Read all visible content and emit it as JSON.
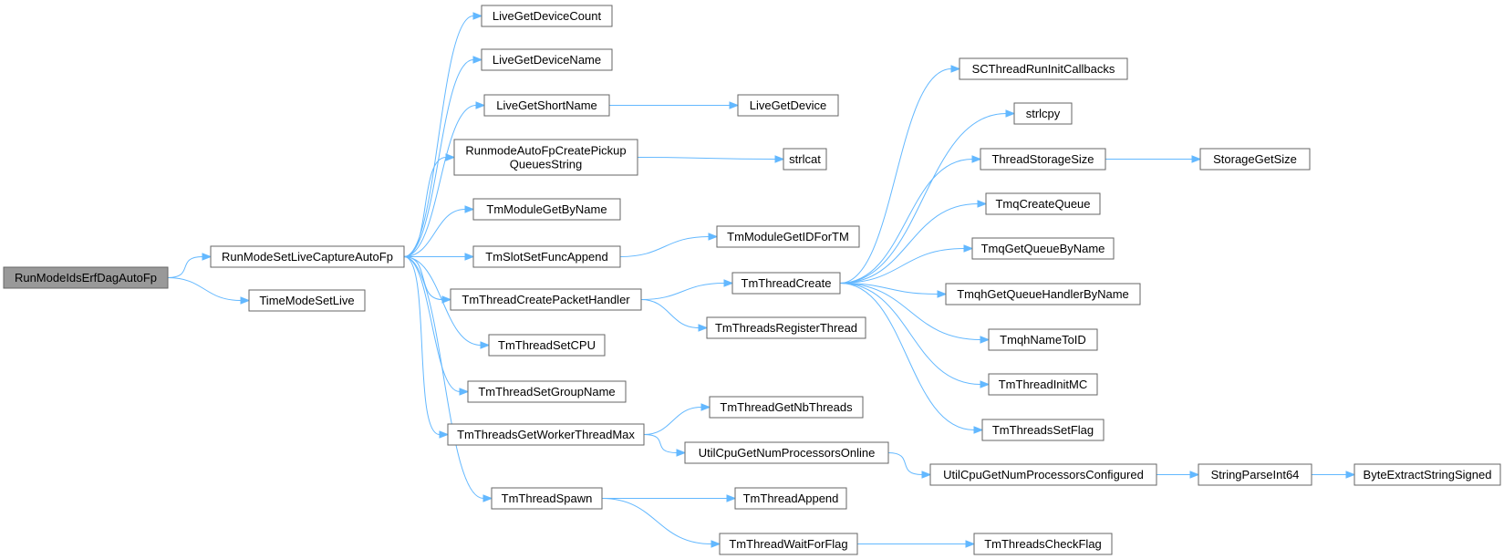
{
  "graph": {
    "colors": {
      "edge": "#63b8ff",
      "node_border": "#666666",
      "root_fill": "#999999",
      "node_fill": "#ffffff"
    },
    "nodes": [
      {
        "id": "n0",
        "label": "RunModeIdsErfDagAutoFp",
        "root": true
      },
      {
        "id": "n1",
        "label": "RunModeSetLiveCaptureAutoFp"
      },
      {
        "id": "n2",
        "label": "TimeModeSetLive"
      },
      {
        "id": "n3",
        "label": "LiveGetDeviceCount"
      },
      {
        "id": "n4",
        "label": "LiveGetDeviceName"
      },
      {
        "id": "n5",
        "label": "LiveGetShortName"
      },
      {
        "id": "n6",
        "label": "LiveGetDevice"
      },
      {
        "id": "n7",
        "label": [
          "RunmodeAutoFpCreatePickup",
          "QueuesString"
        ]
      },
      {
        "id": "n8",
        "label": "strlcat"
      },
      {
        "id": "n9",
        "label": "TmModuleGetByName"
      },
      {
        "id": "n10",
        "label": "TmSlotSetFuncAppend"
      },
      {
        "id": "n11",
        "label": "TmModuleGetIDForTM"
      },
      {
        "id": "n12",
        "label": "TmThreadCreatePacketHandler"
      },
      {
        "id": "n13",
        "label": "TmThreadCreate"
      },
      {
        "id": "n14",
        "label": "TmThreadsRegisterThread"
      },
      {
        "id": "n15",
        "label": "TmThreadSetCPU"
      },
      {
        "id": "n16",
        "label": "TmThreadSetGroupName"
      },
      {
        "id": "n17",
        "label": "TmThreadsGetWorkerThreadMax"
      },
      {
        "id": "n18",
        "label": "TmThreadGetNbThreads"
      },
      {
        "id": "n19",
        "label": "UtilCpuGetNumProcessorsOnline"
      },
      {
        "id": "n20",
        "label": "UtilCpuGetNumProcessorsConfigured"
      },
      {
        "id": "n21",
        "label": "StringParseInt64"
      },
      {
        "id": "n22",
        "label": "ByteExtractStringSigned"
      },
      {
        "id": "n23",
        "label": "TmThreadSpawn"
      },
      {
        "id": "n24",
        "label": "TmThreadAppend"
      },
      {
        "id": "n25",
        "label": "TmThreadWaitForFlag"
      },
      {
        "id": "n26",
        "label": "TmThreadsCheckFlag"
      },
      {
        "id": "n27",
        "label": "SCThreadRunInitCallbacks"
      },
      {
        "id": "n28",
        "label": "strlcpy"
      },
      {
        "id": "n29",
        "label": "ThreadStorageSize"
      },
      {
        "id": "n30",
        "label": "StorageGetSize"
      },
      {
        "id": "n31",
        "label": "TmqCreateQueue"
      },
      {
        "id": "n32",
        "label": "TmqGetQueueByName"
      },
      {
        "id": "n33",
        "label": "TmqhGetQueueHandlerByName"
      },
      {
        "id": "n34",
        "label": "TmqhNameToID"
      },
      {
        "id": "n35",
        "label": "TmThreadInitMC"
      },
      {
        "id": "n36",
        "label": "TmThreadsSetFlag"
      }
    ],
    "edges": [
      [
        "n0",
        "n1"
      ],
      [
        "n0",
        "n2"
      ],
      [
        "n1",
        "n3"
      ],
      [
        "n1",
        "n4"
      ],
      [
        "n1",
        "n5"
      ],
      [
        "n1",
        "n7"
      ],
      [
        "n1",
        "n9"
      ],
      [
        "n1",
        "n10"
      ],
      [
        "n1",
        "n12"
      ],
      [
        "n1",
        "n15"
      ],
      [
        "n1",
        "n16"
      ],
      [
        "n1",
        "n17"
      ],
      [
        "n1",
        "n23"
      ],
      [
        "n5",
        "n6"
      ],
      [
        "n7",
        "n8"
      ],
      [
        "n10",
        "n11"
      ],
      [
        "n12",
        "n13"
      ],
      [
        "n12",
        "n14"
      ],
      [
        "n13",
        "n27"
      ],
      [
        "n13",
        "n28"
      ],
      [
        "n13",
        "n29"
      ],
      [
        "n13",
        "n31"
      ],
      [
        "n13",
        "n32"
      ],
      [
        "n13",
        "n33"
      ],
      [
        "n13",
        "n34"
      ],
      [
        "n13",
        "n35"
      ],
      [
        "n13",
        "n36"
      ],
      [
        "n29",
        "n30"
      ],
      [
        "n17",
        "n18"
      ],
      [
        "n17",
        "n19"
      ],
      [
        "n19",
        "n20"
      ],
      [
        "n20",
        "n21"
      ],
      [
        "n21",
        "n22"
      ],
      [
        "n23",
        "n24"
      ],
      [
        "n23",
        "n25"
      ],
      [
        "n25",
        "n26"
      ]
    ]
  }
}
